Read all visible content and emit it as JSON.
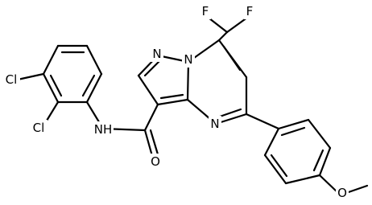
{
  "molecule": {
    "atoms": {
      "cl1": "Cl",
      "cl2": "Cl",
      "nh": "NH",
      "o_amide": "O",
      "n1": "N",
      "n2": "N",
      "n3": "N",
      "f1": "F",
      "f2": "F",
      "o_ether": "O"
    }
  }
}
